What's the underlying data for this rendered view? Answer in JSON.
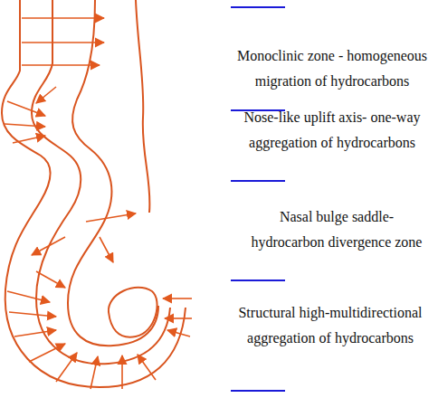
{
  "diagram": {
    "labels": [
      "Monoclinic zone - homogeneous migration of hydrocarbons",
      "Nose-like uplift axis- one-way aggregation of hydrocarbons",
      "Nasal bulge saddle- hydrocarbon divergence zone",
      "Structural high-multidirectional aggregation of hydrocarbons"
    ]
  }
}
